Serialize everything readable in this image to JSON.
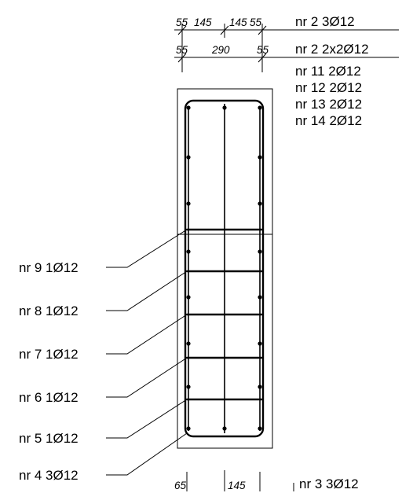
{
  "dimensions": {
    "top_row1": [
      "55",
      "145",
      "145",
      "55"
    ],
    "top_row2": [
      "55",
      "290",
      "55"
    ],
    "bottom": [
      "65",
      "145"
    ]
  },
  "bars": {
    "top_right": [
      "nr 2 3Ø12",
      "nr 2 2x2Ø12",
      "nr 11 2Ø12",
      "nr 12 2Ø12",
      "nr 13 2Ø12",
      "nr 14 2Ø12"
    ],
    "left": [
      "nr 9 1Ø12",
      "nr 8 1Ø12",
      "nr 7 1Ø12",
      "nr 6 1Ø12",
      "nr 5 1Ø12",
      "nr 4 3Ø12"
    ],
    "bottom_right": "nr 3 3Ø12"
  }
}
